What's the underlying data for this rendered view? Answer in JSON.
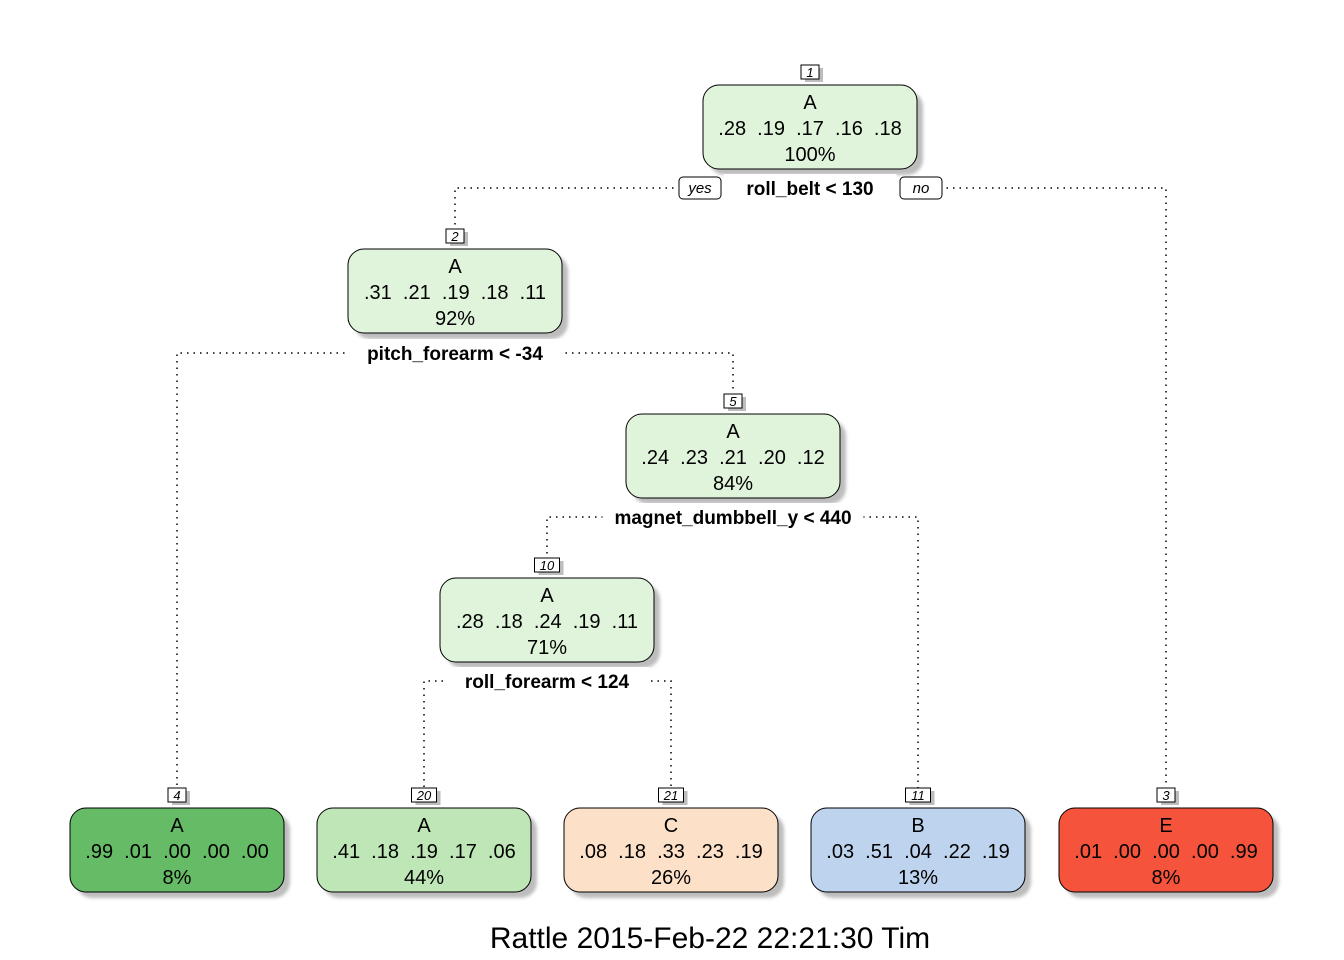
{
  "caption": "Rattle 2015-Feb-22 22:21:30 Tim",
  "yes_label": "yes",
  "no_label": "no",
  "nodes": [
    {
      "id": "1",
      "class": "A",
      "probs": ".28  .19  .17  .16  .18",
      "pct": "100%",
      "color": "#e0f3db",
      "split": "roll_belt < 130"
    },
    {
      "id": "2",
      "class": "A",
      "probs": ".31  .21  .19  .18  .11",
      "pct": "92%",
      "color": "#e0f3db",
      "split": "pitch_forearm < -34"
    },
    {
      "id": "5",
      "class": "A",
      "probs": ".24  .23  .21  .20  .12",
      "pct": "84%",
      "color": "#e0f3db",
      "split": "magnet_dumbbell_y < 440"
    },
    {
      "id": "10",
      "class": "A",
      "probs": ".28  .18  .24  .19  .11",
      "pct": "71%",
      "color": "#e0f3db",
      "split": "roll_forearm < 124"
    },
    {
      "id": "4",
      "class": "A",
      "probs": ".99  .01  .00  .00  .00",
      "pct": "8%",
      "color": "#66bb66",
      "split": ""
    },
    {
      "id": "20",
      "class": "A",
      "probs": ".41  .18  .19  .17  .06",
      "pct": "44%",
      "color": "#bfe6b6",
      "split": ""
    },
    {
      "id": "21",
      "class": "C",
      "probs": ".08  .18  .33  .23  .19",
      "pct": "26%",
      "color": "#fde0c8",
      "split": ""
    },
    {
      "id": "11",
      "class": "B",
      "probs": ".03  .51  .04  .22  .19",
      "pct": "13%",
      "color": "#bdd3ee",
      "split": ""
    },
    {
      "id": "3",
      "class": "E",
      "probs": ".01  .00  .00  .00  .99",
      "pct": "8%",
      "color": "#f6533c",
      "split": ""
    }
  ],
  "edges": [
    {
      "from": "1",
      "to": "2"
    },
    {
      "from": "1",
      "to": "3"
    },
    {
      "from": "2",
      "to": "4"
    },
    {
      "from": "2",
      "to": "5"
    },
    {
      "from": "5",
      "to": "10"
    },
    {
      "from": "5",
      "to": "11"
    },
    {
      "from": "10",
      "to": "20"
    },
    {
      "from": "10",
      "to": "21"
    }
  ]
}
